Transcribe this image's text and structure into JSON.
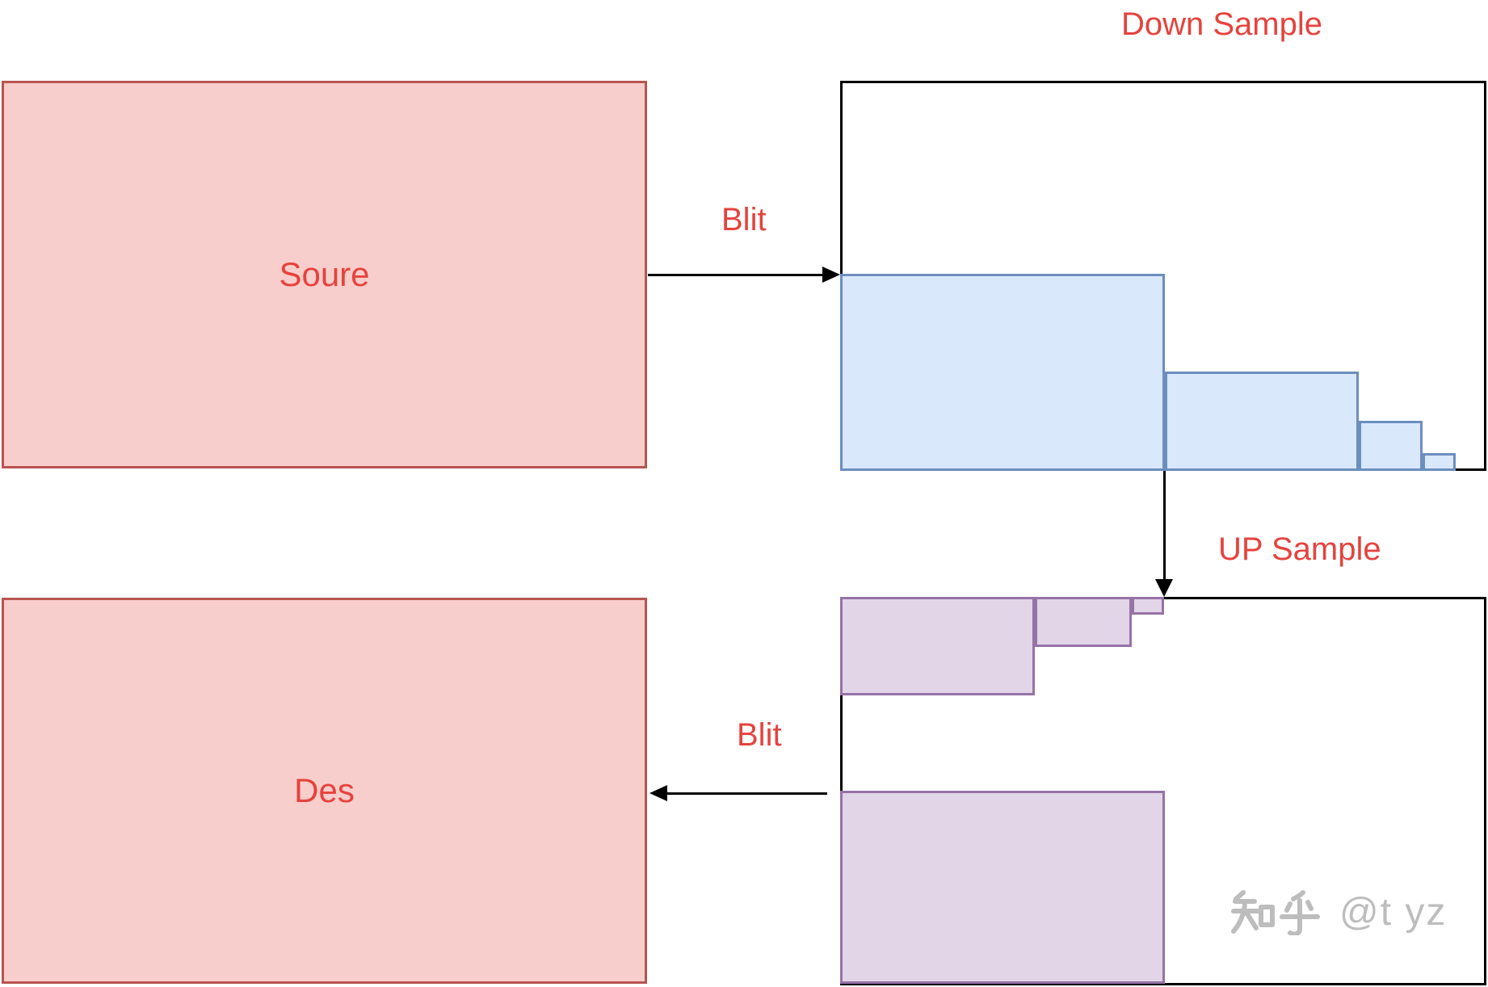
{
  "diagram": {
    "nodes": {
      "source": {
        "label": "Soure"
      },
      "des": {
        "label": "Des"
      },
      "down_sample": {
        "title": "Down Sample"
      },
      "up_sample": {
        "title": "UP Sample"
      }
    },
    "edges": {
      "blit_top": {
        "label": "Blit"
      },
      "blit_bottom": {
        "label": "Blit"
      }
    }
  },
  "watermark": {
    "text": "知乎 @t yz",
    "logo_text": "知乎",
    "handle": "@t yz"
  },
  "colors": {
    "canvas_bg": "#ffffff",
    "node_pink_fill": "#f8cecc",
    "node_pink_stroke": "#b85450",
    "mip_blue_fill": "#dae8fc",
    "mip_blue_stroke": "#6c8ebf",
    "mip_purple_fill": "#e1d5e7",
    "mip_purple_stroke": "#9673a6",
    "label_red": "#e5433d",
    "line_black": "#000000",
    "watermark_gray": "#bdbdbd"
  }
}
